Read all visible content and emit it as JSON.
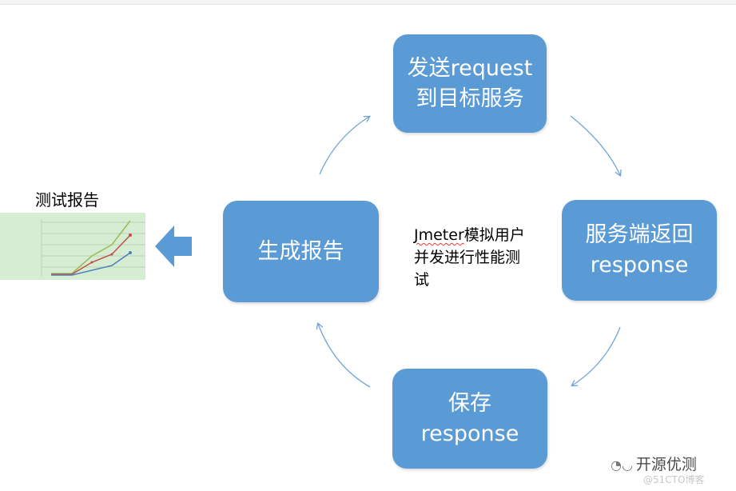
{
  "nodes": {
    "send": [
      "发送request",
      "到目标服务"
    ],
    "server": [
      "服务端返回",
      "response"
    ],
    "save": [
      "保存",
      "response"
    ],
    "report": [
      "生成报告"
    ]
  },
  "center_text": {
    "line1_underlined": "Jmeter",
    "line1_rest": "模拟用户",
    "line2": "并发进行性能测",
    "line3": "试"
  },
  "report_label": "测试报告",
  "watermark": "开源优测",
  "watermark_sub": "@51CTO博客",
  "colors": {
    "node_fill": "#5b9bd5",
    "connector": "#6fa3d8",
    "thumbnail_bg": "#d6ecd3"
  }
}
